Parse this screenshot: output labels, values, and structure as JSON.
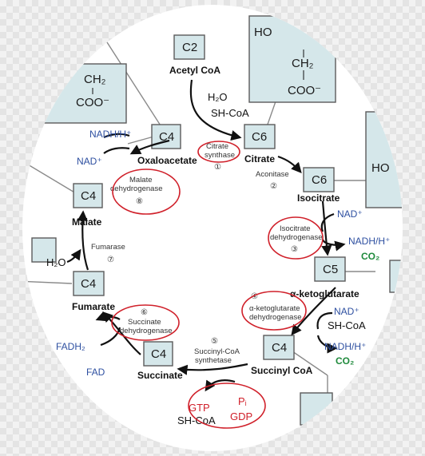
{
  "colors": {
    "enzyme_oval": "#d0202a",
    "cofactor_blue": "#2d4fa0",
    "co2_green": "#1f8a3c",
    "box_fill": "#d5e7ea"
  },
  "boxes": {
    "c2": "C2",
    "c4_oxaloacetate": "C4",
    "c6_citrate": "C6",
    "c6_isocitrate": "C6",
    "c5": "C5",
    "c4_succinylcoa": "C4",
    "c4_succinate": "C4",
    "c4_fumarate": "C4",
    "c4_malate": "C4"
  },
  "compounds": {
    "acetyl_coa": "Acetyl CoA",
    "citrate": "Citrate",
    "isocitrate": "Isocitrate",
    "a_ketoglutarate": "α-ketoglutarate",
    "succinyl_coa": "Succinyl CoA",
    "succinate": "Succinate",
    "fumarate": "Fumarate",
    "malate": "Malate",
    "oxaloacetate": "Oxaloacetate"
  },
  "structure_fragments": {
    "top_ho": "HO",
    "top_ch2": "CH₂",
    "top_coo": "COO⁻",
    "left_ch2": "CH₂",
    "left_coo": "COO⁻",
    "right_ho": "HO"
  },
  "enzymes": [
    {
      "name": "Citrate synthase",
      "line1": "Citrate",
      "line2": "synthase",
      "step": "①"
    },
    {
      "name": "Aconitase",
      "line1": "Aconitase",
      "step": "②"
    },
    {
      "name": "Isocitrate dehydrogenase",
      "line1": "Isocitrate",
      "line2": "dehydrogenase",
      "step": "③"
    },
    {
      "name": "α-ketoglutarate dehydrogenase",
      "line1": "α-ketoglutarate",
      "line2": "dehydrogenase",
      "step": "④"
    },
    {
      "name": "Succinyl-CoA synthetase",
      "line1": "Succinyl-CoA",
      "line2": "synthetase",
      "step": "⑤"
    },
    {
      "name": "Succinate dehydrogenase",
      "line1": "Succinate",
      "line2": "dehydrogenase",
      "step": "⑥"
    },
    {
      "name": "Fumarase",
      "line1": "Fumarase",
      "step": "⑦"
    },
    {
      "name": "Malate dehydrogenase",
      "line1": "Malate",
      "line2": "dehydrogenase",
      "step": "⑧"
    }
  ],
  "cofactors": {
    "h2o_top": "H₂O",
    "sh_coa_top": "SH-CoA",
    "nadh_top": "NADH/H⁺",
    "nad_top": "NAD⁺",
    "nad_iso": "NAD⁺",
    "nadh_iso": "NADH/H⁺",
    "co2_iso": "CO₂",
    "nad_akg": "NAD⁺",
    "sh_coa_akg": "SH-CoA",
    "nadh_akg": "NADH/H⁺",
    "co2_akg": "CO₂",
    "gtp": "GTP",
    "pi": "Pᵢ",
    "sh_coa_bottom": "SH-CoA",
    "gdp": "GDP",
    "fadh2": "FADH₂",
    "fad": "FAD",
    "h2o_left": "H₂O"
  }
}
